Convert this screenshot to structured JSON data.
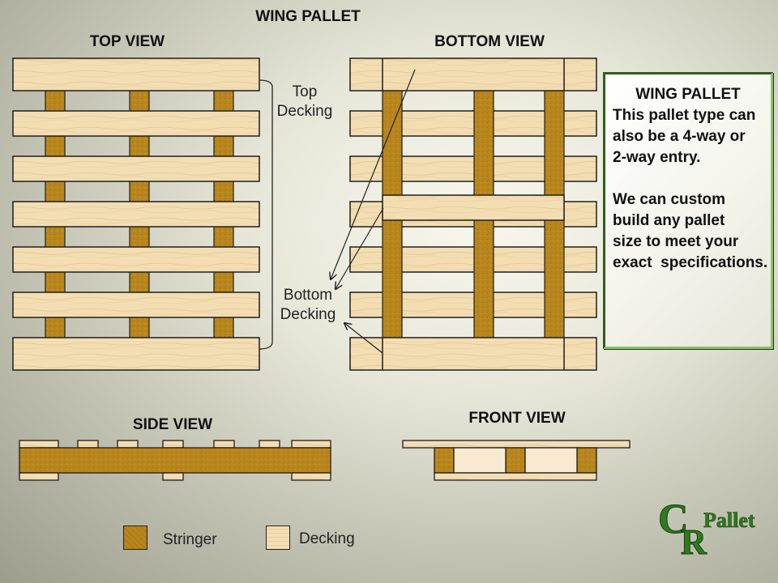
{
  "page_title": "WING PALLET",
  "views": {
    "top": "TOP VIEW",
    "bottom": "BOTTOM VIEW",
    "side": "SIDE VIEW",
    "front": "FRONT VIEW"
  },
  "annotations": {
    "top_decking": [
      "Top",
      "Decking"
    ],
    "bottom_decking": [
      "Bottom",
      "Decking"
    ]
  },
  "info_box": {
    "heading": "WING PALLET",
    "paragraph1": [
      "This pallet type can",
      "also be a 4-way or",
      "2-way entry."
    ],
    "paragraph2": [
      "We can custom",
      "build any pallet",
      "size to meet your",
      "exact  specifications."
    ]
  },
  "legend": {
    "stringer": "Stringer",
    "decking": "Decking"
  },
  "logo": {
    "letters": "C&R",
    "word": "Pallet"
  },
  "colors": {
    "stringer": "#b8861c",
    "decking": "#f3ddb3",
    "outline": "#1e1e1e",
    "box_border": "#2f5e1d",
    "logo": "#2f7a1f"
  }
}
